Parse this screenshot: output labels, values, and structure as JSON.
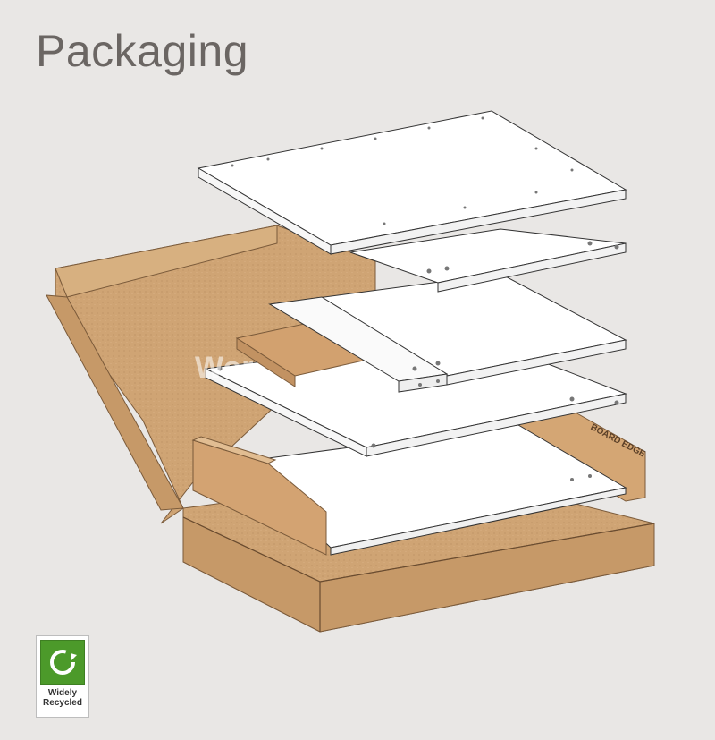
{
  "page": {
    "title": "Packaging",
    "watermark": "Wor"
  },
  "badge": {
    "icon": "recycle-icon",
    "line1": "Widely",
    "line2": "Recycled",
    "color": "#4c9a2a"
  },
  "colors": {
    "background": "#e9e7e5",
    "cardboard": "#cfa474",
    "cardboard_dark": "#b98d5c",
    "panel": "#ffffff",
    "outline": "#333333"
  },
  "corner_text": "BOARD EDGE"
}
